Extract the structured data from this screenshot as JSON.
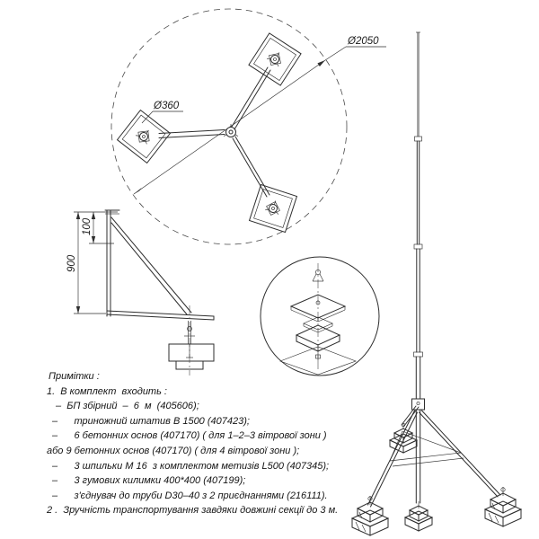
{
  "drawing": {
    "plan_view": {
      "circle_diameter_label": "Ø2050",
      "base_diameter_label": "Ø360"
    },
    "side_view": {
      "height_label": "900",
      "offset_label": "100"
    }
  },
  "notes": {
    "lines": [
      "Примітки :",
      "1.  В комплект  входить :",
      "–  БП збірний  –  6  м  (405606);",
      "–      триножний штатив В 1500 (407423);",
      "–      6 бетонних основ (407170) ( для 1–2–3 вітрової зони )",
      "або 9 бетонних основ (407170) ( для 4 вітрової зони );",
      "–      3 шпильки М 16  з комплектом метизів L500 (407345);",
      "–      3 гумових килимки 400*400 (407199);",
      "–      з'єднувач до труби D30–40 з 2 приєднаннями (216111).",
      "2 .  Зручність транспортування завдяки довжині секції до 3 м."
    ]
  }
}
